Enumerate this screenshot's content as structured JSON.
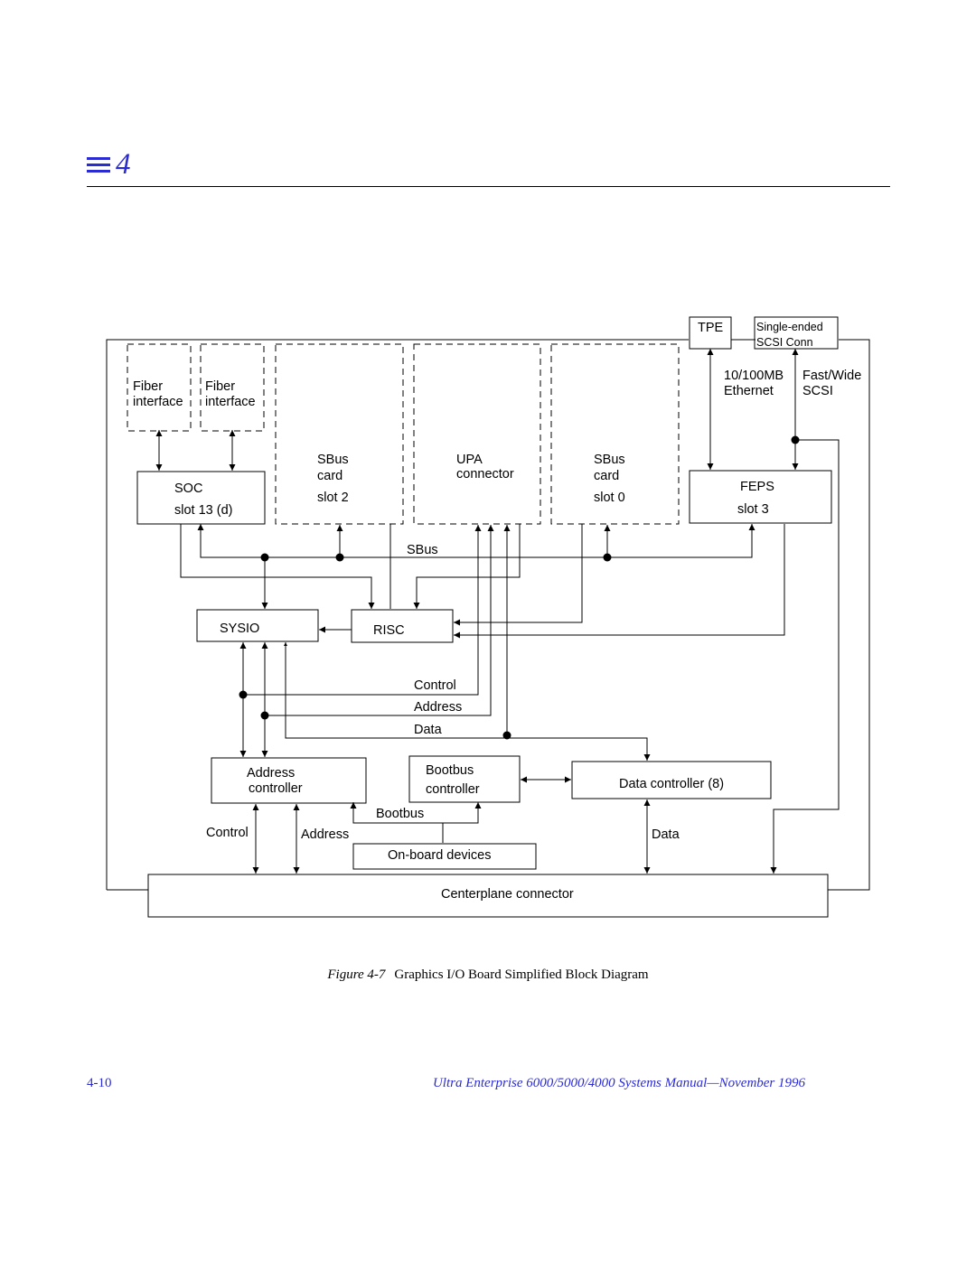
{
  "header": {
    "chapter_number": "4",
    "chapter_icon": "chapter-bars-icon",
    "accent_color": "#2b2bd4"
  },
  "diagram": {
    "fiber1": [
      "Fiber",
      "interface"
    ],
    "fiber2": [
      "Fiber",
      "interface"
    ],
    "sbus_slot2": [
      "SBus",
      "card",
      "slot 2"
    ],
    "upa": [
      "UPA",
      "connector"
    ],
    "sbus_slot0": [
      "SBus",
      "card",
      "slot 0"
    ],
    "tpe": "TPE",
    "scsi_conn": [
      "Single-ended",
      "SCSI Conn"
    ],
    "ethernet": [
      "10/100MB",
      "Ethernet"
    ],
    "fast_wide": [
      "Fast/Wide",
      "SCSI"
    ],
    "soc": [
      "SOC",
      "slot 13 (d)"
    ],
    "feps": [
      "FEPS",
      "slot 3"
    ],
    "sbus_bus": "SBus",
    "sysio": "SYSIO",
    "risc": "RISC",
    "control_bus": "Control",
    "address_bus": "Address",
    "data_bus": "Data",
    "address_controller": [
      "Address",
      "controller"
    ],
    "bootbus_controller": [
      "Bootbus",
      "controller"
    ],
    "data_controller": "Data controller (8)",
    "bootbus": "Bootbus",
    "control_line": "Control",
    "address_line": "Address",
    "data_line": "Data",
    "onboard_devices": "On-board devices",
    "centerplane": "Centerplane connector"
  },
  "caption": {
    "figure_label": "Figure 4-7",
    "title": "Graphics I/O Board Simplified Block Diagram"
  },
  "footer": {
    "page_number": "4-10",
    "running_title": "Ultra Enterprise 6000/5000/4000 Systems Manual—November 1996"
  }
}
